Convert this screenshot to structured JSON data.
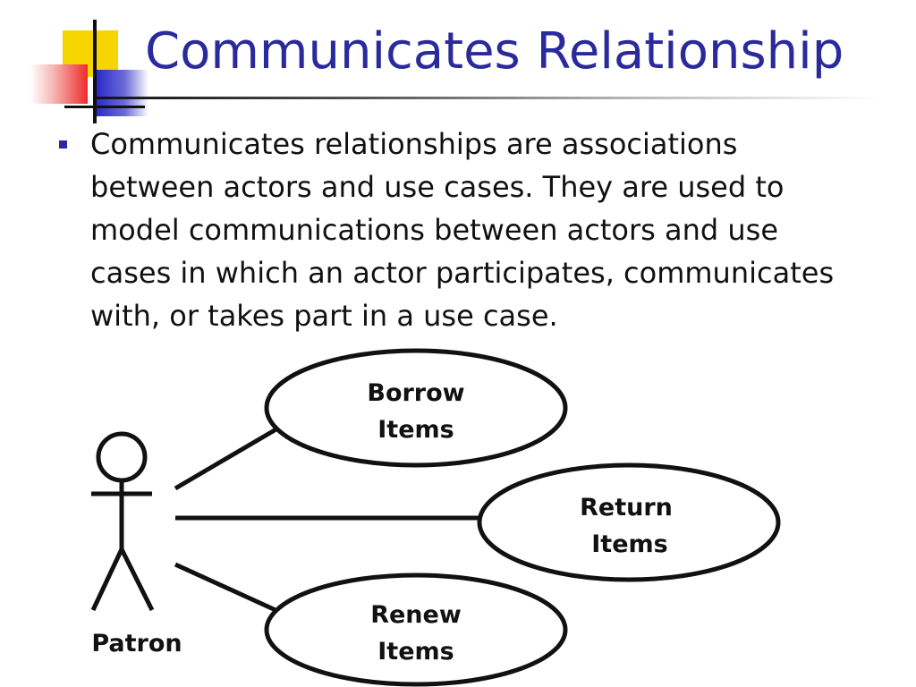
{
  "slide": {
    "title": "Communicates Relationship",
    "bullet_text": "Communicates relationships are associations between actors and use cases. They are used to model communications between actors and use cases in which an actor participates, communicates with, or takes part in a use case."
  },
  "diagram": {
    "actor": {
      "name": "Patron",
      "icon": "stick-figure-icon"
    },
    "use_cases": [
      {
        "line1": "Borrow",
        "line2": "Items"
      },
      {
        "line1": "Return",
        "line2": "Items"
      },
      {
        "line1": "Renew",
        "line2": "Items"
      }
    ]
  },
  "colors": {
    "title": "#2a2a9c",
    "bullet": "#2a2a9c",
    "text": "#111111",
    "logo_yellow": "#f5d400",
    "logo_red": "#ee2b2b",
    "logo_blue": "#2b2bc9"
  }
}
